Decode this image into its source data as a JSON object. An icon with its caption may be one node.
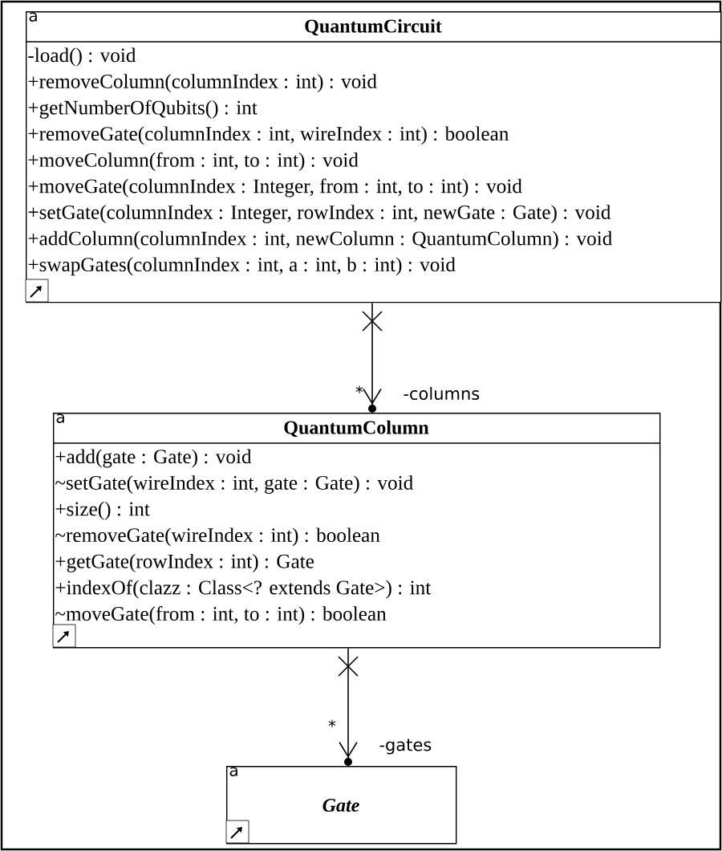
{
  "diagram": {
    "nodes": [
      {
        "text": [
          "a",
          "QuantumCircuit",
          "-load() : void",
          "+removeColumn(columnIndex : int) : void",
          "+getNumberOfQubits() : int",
          "+removeGate(columnIndex : int, wireIndex : int) : boolean",
          "+moveColumn(from : int, to : int) : void",
          "+moveGate(columnIndex : Integer, from : int, to : int) : void",
          "+setGate(columnIndex : Integer, rowIndex : int, newGate : Gate) : void",
          "+addColumn(columnIndex : int, newColumn : QuantumColumn) : void",
          "+swapGates(columnIndex : int, a : int, b : int) : void"
        ]
      },
      {
        "text": [
          "a",
          "QuantumColumn",
          "+add(gate : Gate) : void",
          "~setGate(wireIndex : int, gate : Gate) : void",
          "+size() : int",
          "~removeGate(wireIndex : int) : boolean",
          "+getGate(rowIndex : int) : Gate",
          "+indexOf(clazz : Class<? extends Gate>) : int",
          "~moveGate(from : int, to : int) : boolean"
        ]
      },
      {
        "text": [
          "a",
          "Gate"
        ]
      }
    ],
    "edges": [
      {
        "from": 0,
        "to": 1,
        "arrow": "to",
        "label": "-columns"
      },
      {
        "from": 1,
        "to": 2,
        "arrow": "to",
        "label": "-gates"
      }
    ],
    "labels": [
      "*",
      "*"
    ]
  }
}
